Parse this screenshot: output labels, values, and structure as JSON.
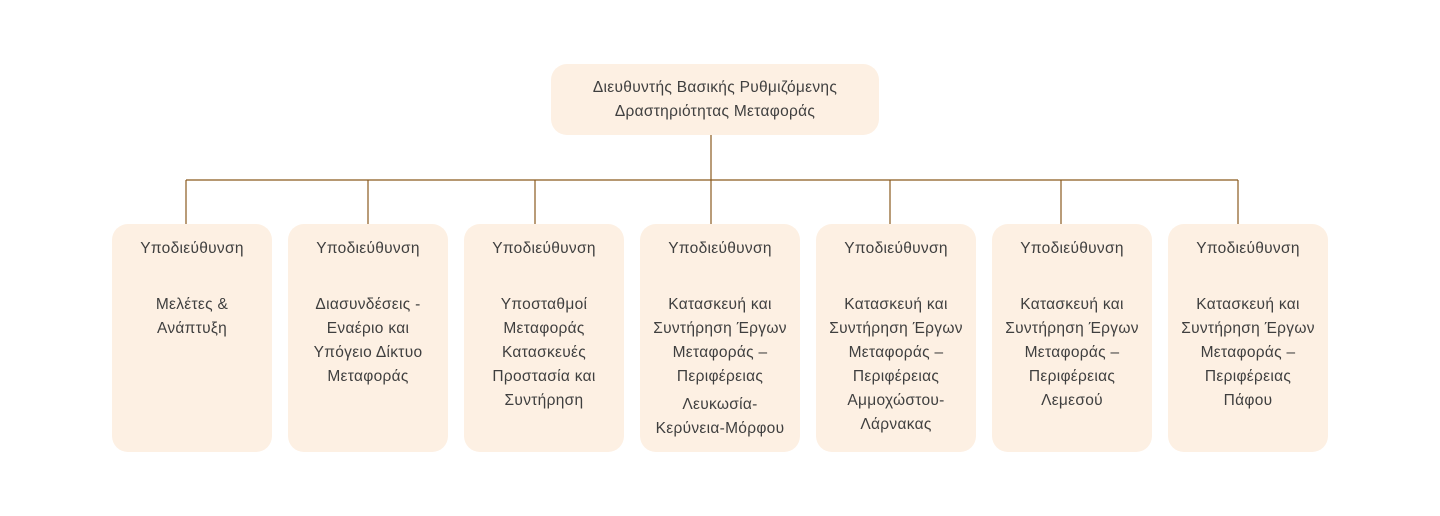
{
  "root": {
    "line1": "Διευθυντής Βασικής Ρυθμιζόμενης",
    "line2": "Δραστηριότητας Μεταφοράς"
  },
  "children": [
    {
      "heading": "Υποδιεύθυνση",
      "lines": [
        "Μελέτες &",
        "Ανάπτυξη"
      ]
    },
    {
      "heading": "Υποδιεύθυνση",
      "lines": [
        "Διασυνδέσεις -",
        "Εναέριο και",
        "Υπόγειο Δίκτυο",
        "Μεταφοράς"
      ]
    },
    {
      "heading": "Υποδιεύθυνση",
      "lines": [
        "Υποσταθμοί",
        "Μεταφοράς",
        "Κατασκευές",
        "Προστασία και",
        "Συντήρηση"
      ]
    },
    {
      "heading": "Υποδιεύθυνση",
      "lines": [
        "Κατασκευή και",
        "Συντήρηση Έργων",
        "Μεταφοράς –",
        "Περιφέρειας",
        "Λευκωσία-",
        "Κερύνεια-Μόρφου"
      ]
    },
    {
      "heading": "Υποδιεύθυνση",
      "lines": [
        "Κατασκευή και",
        "Συντήρηση Έργων",
        "Μεταφοράς –",
        "Περιφέρειας",
        "Αμμοχώστου-",
        "Λάρνακας"
      ]
    },
    {
      "heading": "Υποδιεύθυνση",
      "lines": [
        "Κατασκευή και",
        "Συντήρηση Έργων",
        "Μεταφοράς –",
        "Περιφέρειας",
        "Λεμεσού"
      ]
    },
    {
      "heading": "Υποδιεύθυνση",
      "lines": [
        "Κατασκευή και",
        "Συντήρηση Έργων",
        "Μεταφοράς –",
        "Περιφέρειας",
        "Πάφου"
      ]
    }
  ],
  "colors": {
    "node_fill": "#fdf0e3",
    "connector": "#8a5a1e",
    "text": "#3f3f3f"
  }
}
